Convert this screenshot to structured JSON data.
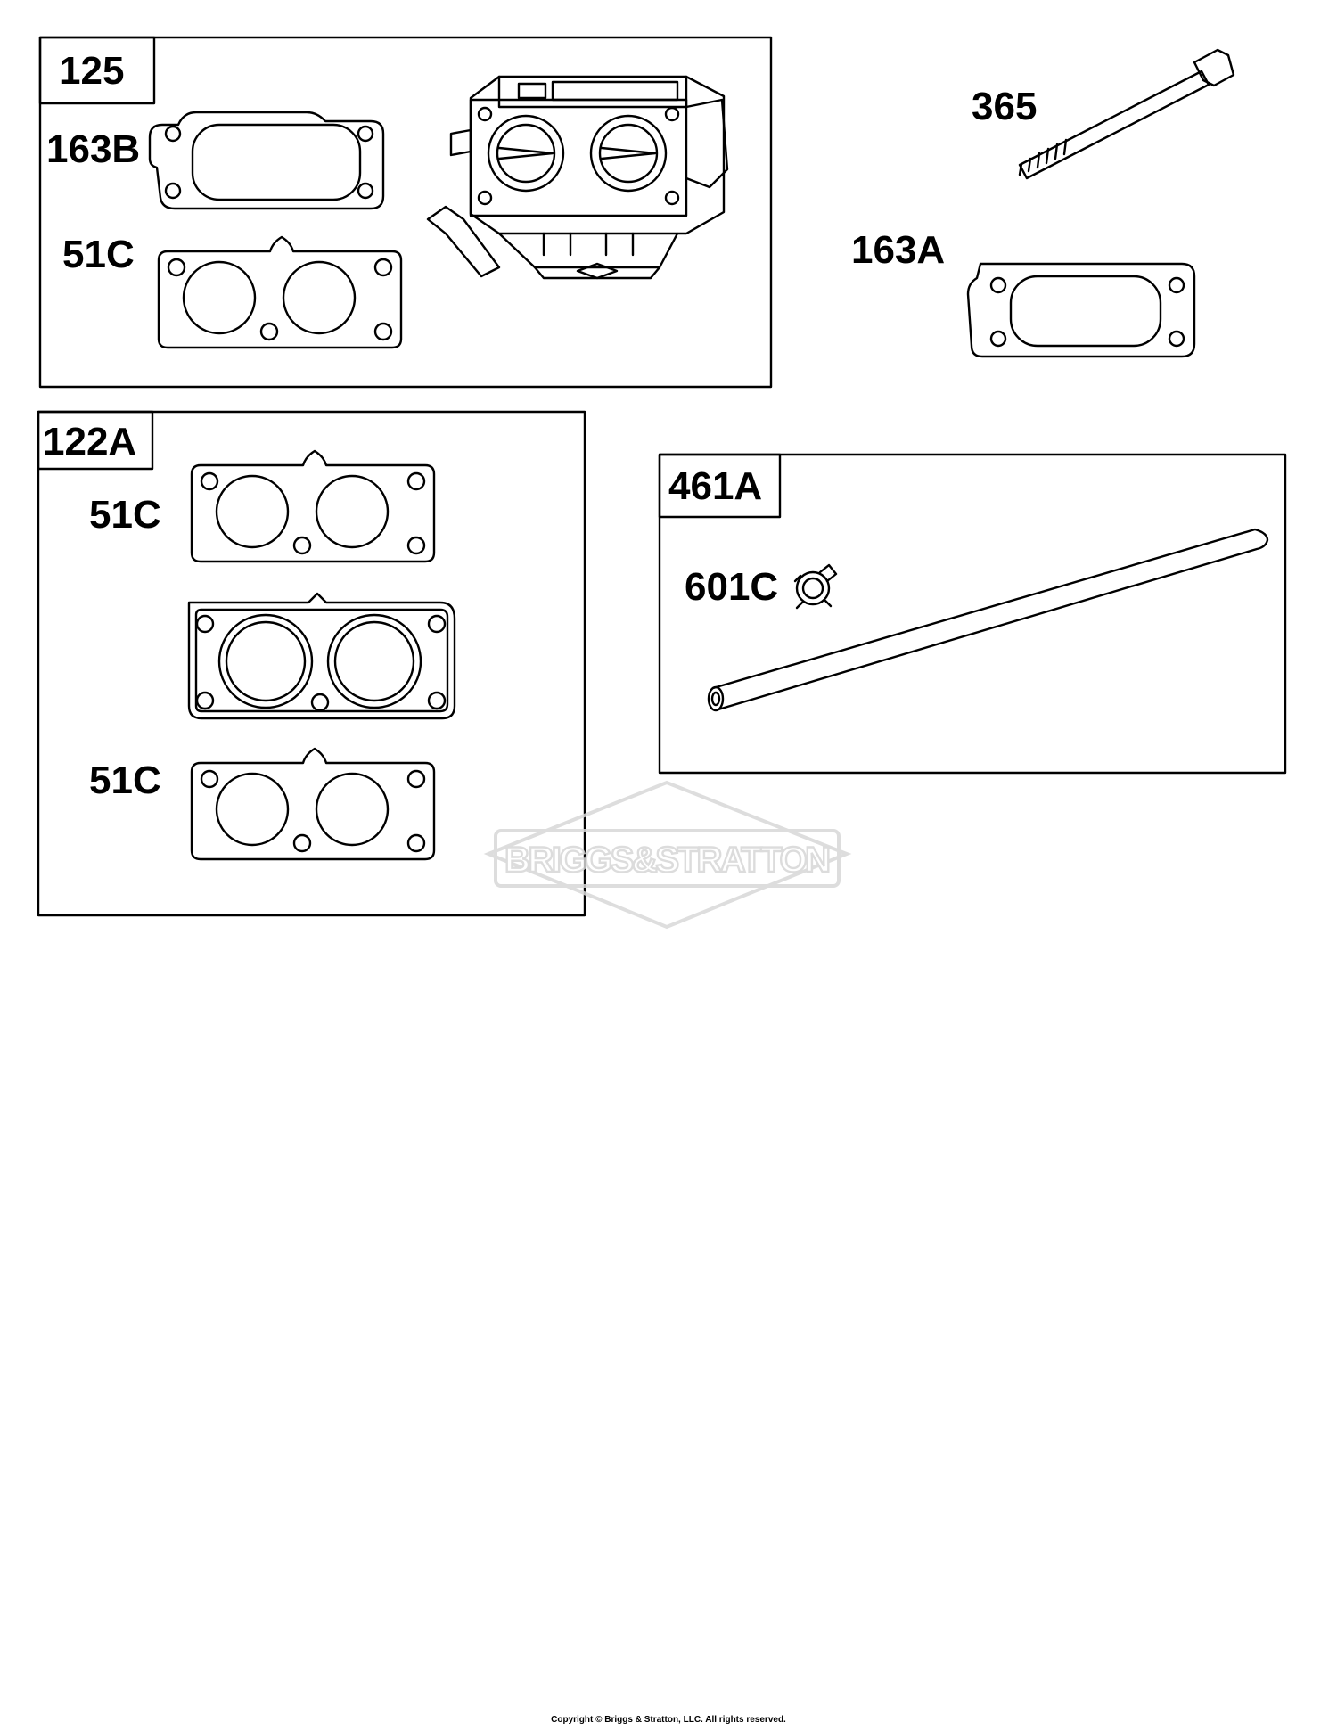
{
  "groups": {
    "g125": {
      "label": "125"
    },
    "g122a": {
      "label": "122A"
    },
    "g461a": {
      "label": "461A"
    }
  },
  "parts": {
    "p163b": "163B",
    "p51c_top": "51C",
    "p365": "365",
    "p163a": "163A",
    "p51c_mid": "51C",
    "p51c_bot": "51C",
    "p601c": "601C"
  },
  "watermark": "BRIGGS&STRATTON",
  "copyright": "Copyright © Briggs & Stratton, LLC. All rights reserved."
}
